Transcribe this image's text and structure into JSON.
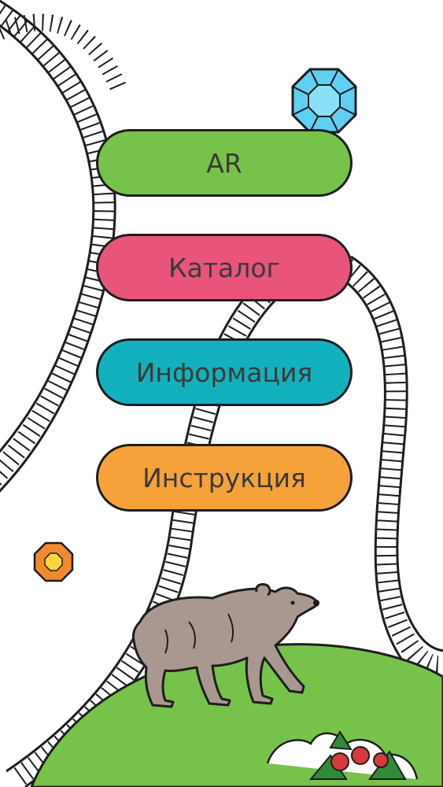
{
  "menu": {
    "ar": {
      "label": "AR",
      "color": "#77c24b"
    },
    "catalog": {
      "label": "Каталог",
      "color": "#e8547a"
    },
    "info": {
      "label": "Информация",
      "color": "#13b0bd"
    },
    "guide": {
      "label": "Инструкция",
      "color": "#f6a23a"
    }
  },
  "palette": {
    "rail": "#1e1e1e",
    "hill": "#77c24b",
    "bear": "#a99890",
    "gem_blue": "#5fd0f2",
    "gem_orange": "#f08a2e",
    "berry": "#d83a3a"
  }
}
